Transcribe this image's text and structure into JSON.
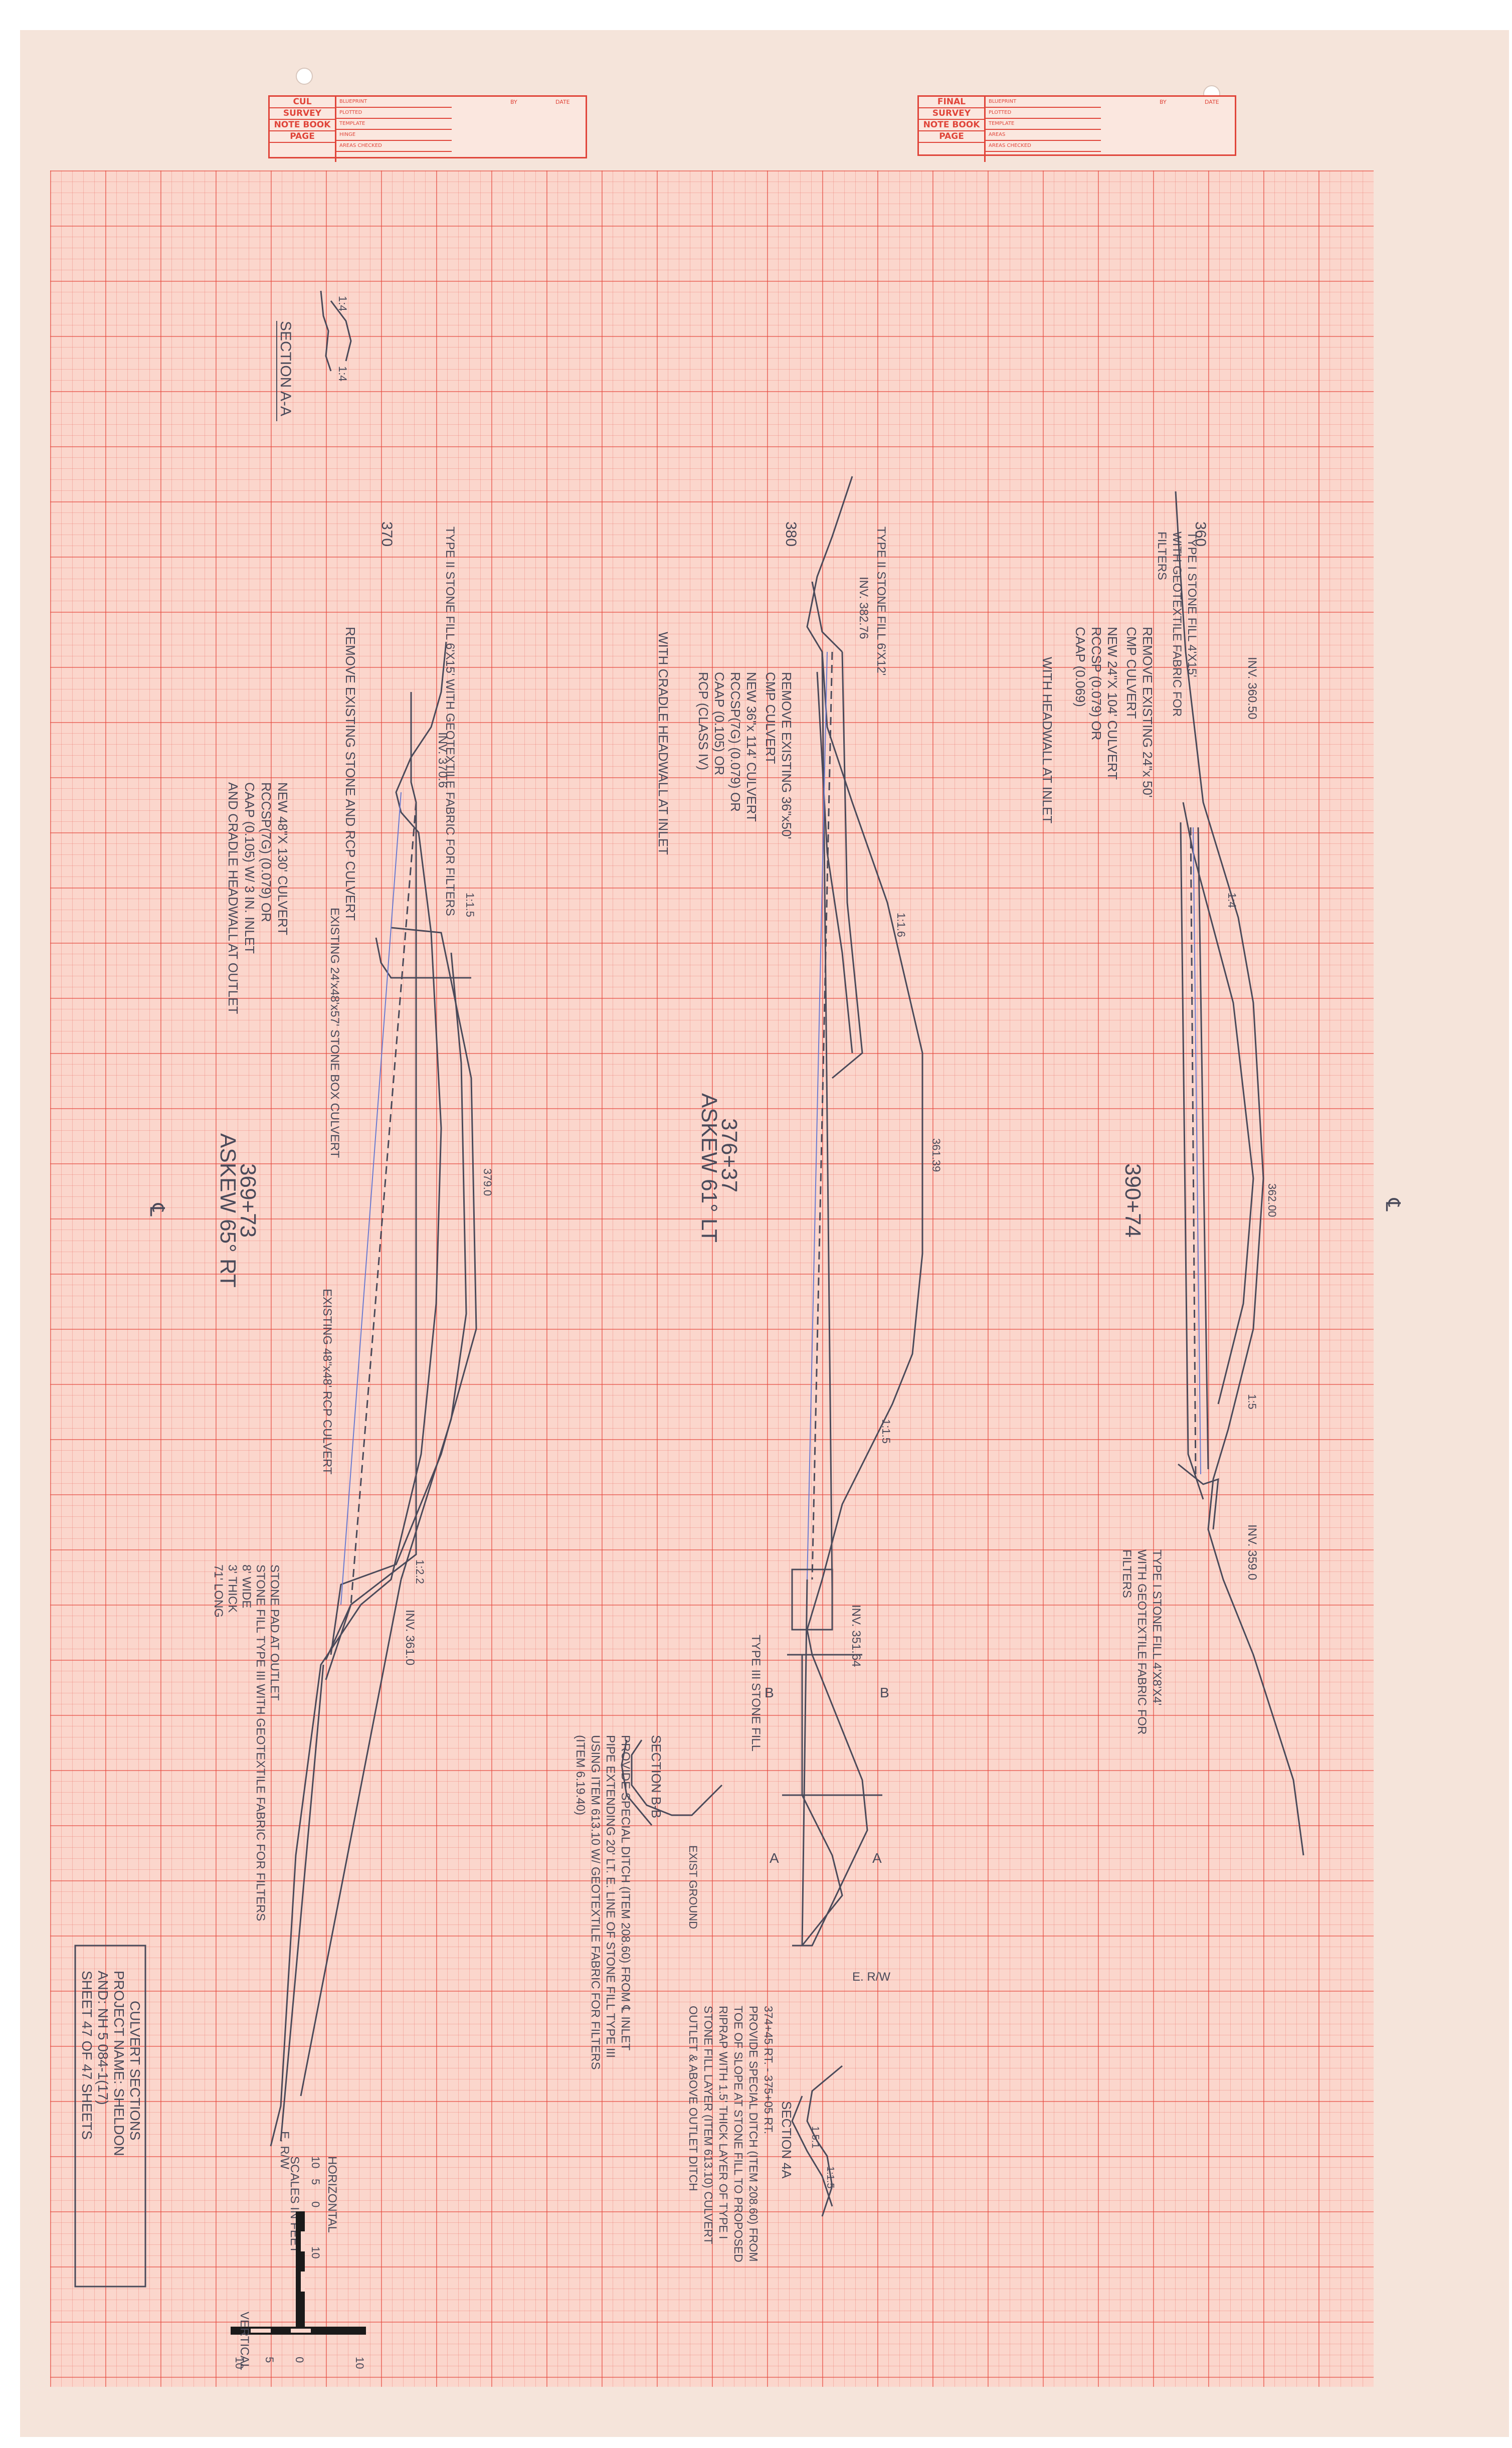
{
  "stamps": [
    {
      "rows": [
        "BLUEPRINT",
        "PLOTTED",
        "TEMPLATE",
        "HINGE",
        "AREAS CHECKED"
      ],
      "title_lines": [
        "CUL",
        "SURVEY",
        "NOTE BOOK",
        "PAGE"
      ],
      "cols": [
        "BY",
        "DATE"
      ]
    },
    {
      "rows": [
        "BLUEPRINT",
        "PLOTTED",
        "TEMPLATE",
        "AREAS",
        "AREAS CHECKED"
      ],
      "title_lines": [
        "FINAL",
        "SURVEY",
        "NOTE BOOK",
        "PAGE"
      ],
      "cols": [
        "BY",
        "DATE"
      ]
    }
  ],
  "section_a": {
    "title": "SECTION A-A",
    "slope_left": "1:4",
    "slope_right": "1:4"
  },
  "culvert_1": {
    "station": "369+73",
    "skew": "ASKEW 65° RT",
    "elev_label": "370",
    "type_note": "TYPE II STONE FILL 6'X15' WITH GEOTEXTILE FABRIC FOR FILTERS",
    "inv_in": "INV. 370.6",
    "remove_note": "REMOVE EXISTING STONE AND RCP CULVERT",
    "new_note": [
      "NEW 48\"X 130' CULVERT",
      "RCCSP(7G) (0.079) OR",
      "CAAP (0.105) W/ 3 IN. INLET",
      "AND CRADLE HEADWALL AT OUTLET"
    ],
    "box_note": "EXISTING 24'x48'x57' STONE BOX CULVERT",
    "slope_top": "1:1.5",
    "existing_rcp": "EXISTING 48\"x48' RCP CULVERT",
    "grade_1": "379.0",
    "slope_bottom": "1:2.2",
    "inv_out": "INV. 361.0",
    "stone_pad": [
      "STONE PAD AT OUTLET",
      "STONE FILL TYPE III WITH GEOTEXTILE FABRIC FOR FILTERS",
      "8' WIDE",
      "3' THICK",
      "71' LONG"
    ],
    "erw": "E. R/W",
    "cl": "℄"
  },
  "culvert_2": {
    "station": "376+37",
    "skew": "ASKEW 61° LT",
    "elev_label": "380",
    "type_note": "TYPE II STONE FILL 6'X12'",
    "inv_in": "INV. 382.76",
    "remove_note": [
      "REMOVE EXISTING 36\"x50'",
      "CMP CULVERT"
    ],
    "new_note": [
      "NEW 36\"x 114' CULVERT",
      "RCCSP(7G) (0.079) OR",
      "CAAP (0.105) OR",
      "RCP (CLASS IV)",
      "WITH CRADLE HEADWALL AT INLET"
    ],
    "slope_top": "1:1.6",
    "grade": "361.39",
    "slope_bottom": "1:1.5",
    "inv_out": "INV. 351.64",
    "type_out": "TYPE III STONE FILL",
    "b_left": "B",
    "b_right": "B",
    "a_left": "A",
    "a_right": "A",
    "erw": "E. R/W"
  },
  "culvert_3": {
    "station": "390+74",
    "elev_label": "360",
    "type_note": [
      "TYPE I STONE FILL 4'X15'",
      "WITH GEOTEXTILE FABRIC FOR",
      "FILTERS"
    ],
    "inv_in": "INV. 360.50",
    "remove_note": [
      "REMOVE EXISTING 24\"x 50'",
      "CMP CULVERT"
    ],
    "new_note": [
      "NEW 24\"X 104' CULVERT",
      "RCCSP (0.079) OR",
      "CAAP (0.069)"
    ],
    "headwall": "WITH HEADWALL AT INLET",
    "slope_top": "1:4",
    "grade": "362.00",
    "slope_bottom": "1:5",
    "inv_out": "INV. 359.0",
    "type_out": [
      "TYPE I STONE FILL 4'X8'X4'",
      "WITH GEOTEXTILE FABRIC FOR",
      "FILTERS"
    ],
    "cl": "℄"
  },
  "section_b": {
    "title": "SECTION B-B",
    "ground": "EXIST GROUND",
    "note": [
      "PROVIDE SPECIAL DITCH (ITEM 208.60) FROM ℄ INLET",
      "PIPE EXTENDING 20' LT. E. LINE OF STONE FILL TYPE III",
      "USING ITEM 613.10 W/ GEOTEXTILE FABRIC FOR FILTERS",
      "(ITEM 6.19.40)"
    ]
  },
  "section_4a": {
    "title": "SECTION 4A",
    "note": [
      "374+45 RT. - 375+05 RT.",
      "PROVIDE SPECIAL DITCH (ITEM 208.60) FROM",
      "TOE OF SLOPE AT STONE FILL TO PROPOSED",
      "RIPRAP WITH 1.5' THICK LAYER OF TYPE I",
      "STONE FILL LAYER (ITEM 613.10) CULVERT",
      "OUTLET & ABOVE OUTLET DITCH"
    ],
    "slope_l": "1.5:1",
    "slope_r": "1:1.5"
  },
  "title_block": {
    "lines": [
      "CULVERT SECTIONS",
      "PROJECT NAME: SHELDON",
      "AND: NH 5 084-1(17)",
      "SHEET 47 OF 47 SHEETS"
    ]
  },
  "scale": {
    "horizontal": "HORIZONTAL",
    "scales": "SCALES IN FEET",
    "vertical": "VERTICAL",
    "h_ticks": [
      "10",
      "5",
      "0",
      "10"
    ],
    "v_ticks": [
      "10",
      "5",
      "0",
      "10"
    ]
  }
}
